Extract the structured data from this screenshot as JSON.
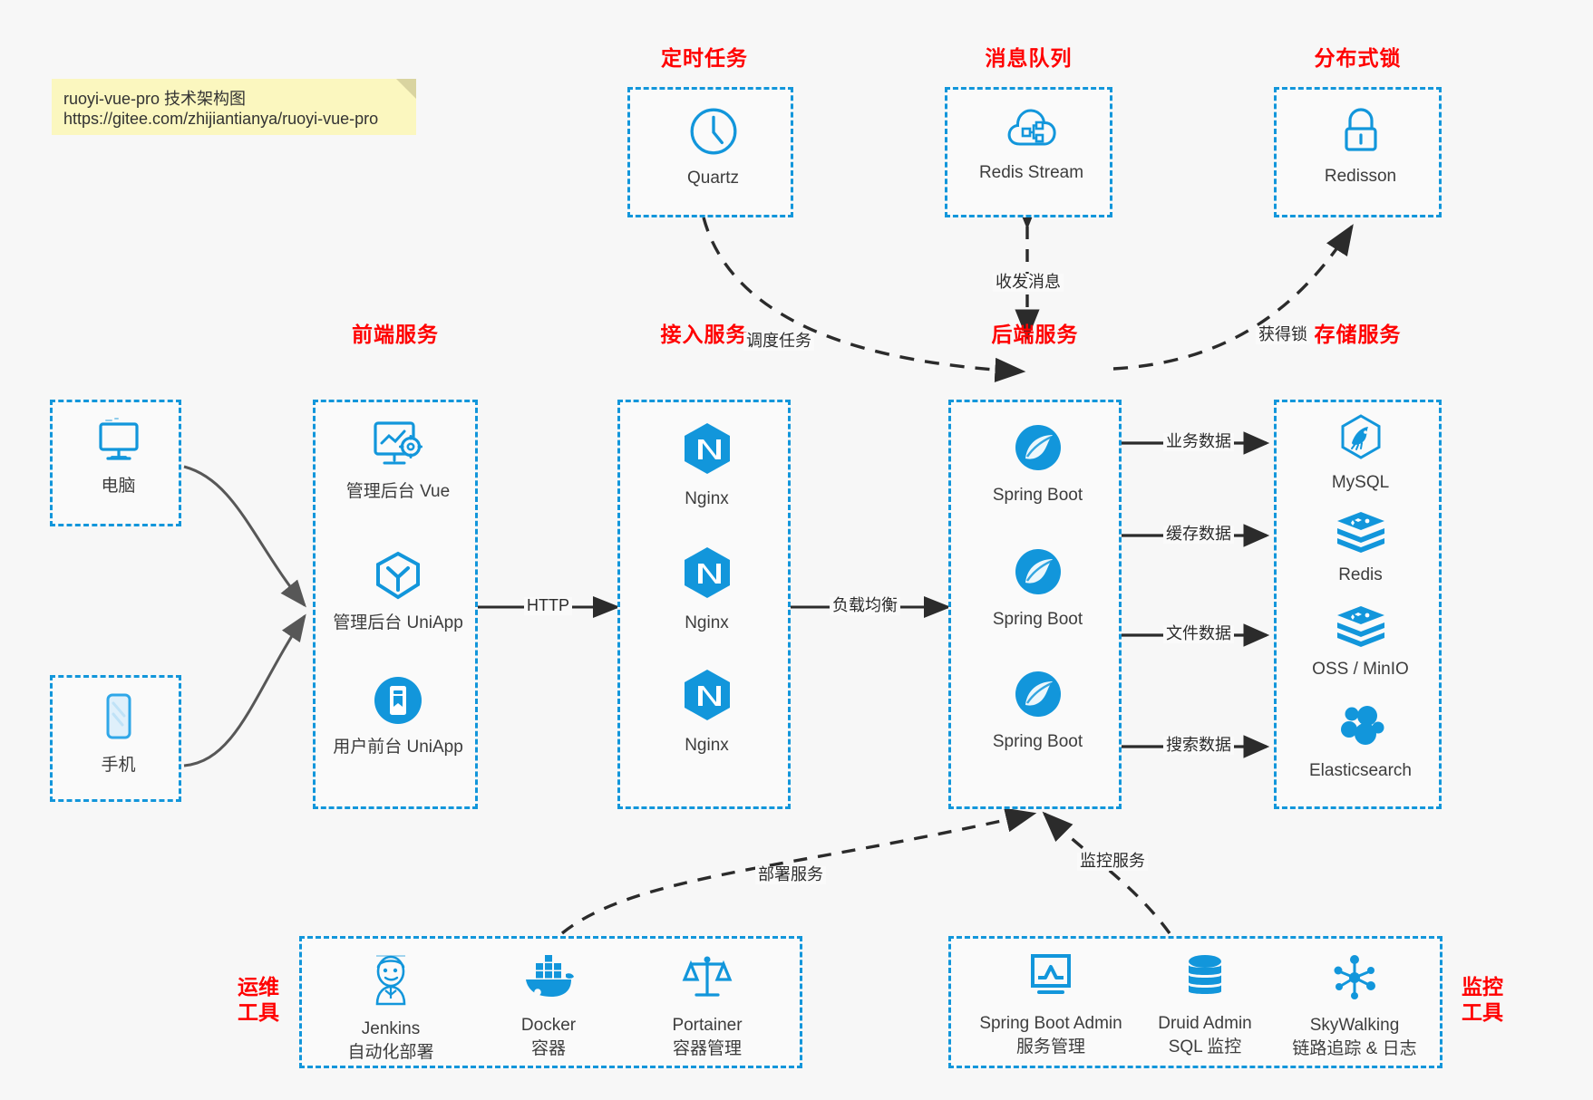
{
  "note": {
    "line1": "ruoyi-vue-pro 技术架构图",
    "line2": "https://gitee.com/zhijiantianya/ruoyi-vue-pro",
    "bg": "#fbf7bf"
  },
  "theme": {
    "accent": "#1296db",
    "header_color": "#ff0000",
    "text_color": "#3d3d3d",
    "page_bg": "#f7f7f7"
  },
  "groups": {
    "scheduled_task": {
      "header": "定时任务",
      "items": [
        {
          "label": "Quartz",
          "icon": "clock-icon"
        }
      ]
    },
    "message_queue": {
      "header": "消息队列",
      "items": [
        {
          "label": "Redis Stream",
          "icon": "cloud-stream-icon"
        }
      ]
    },
    "distributed_lock": {
      "header": "分布式锁",
      "items": [
        {
          "label": "Redisson",
          "icon": "lock-icon"
        }
      ]
    },
    "clients": {
      "computer": {
        "label": "电脑",
        "icon": "monitor-icon"
      },
      "phone": {
        "label": "手机",
        "icon": "phone-icon"
      }
    },
    "frontend": {
      "header": "前端服务",
      "items": [
        {
          "label": "管理后台 Vue",
          "icon": "dashboard-vue-icon"
        },
        {
          "label": "管理后台 UniApp",
          "icon": "uniapp-shield-icon"
        },
        {
          "label": "用户前台 UniApp",
          "icon": "mobile-app-icon"
        }
      ]
    },
    "gateway": {
      "header": "接入服务",
      "items": [
        {
          "label": "Nginx",
          "icon": "nginx-icon"
        },
        {
          "label": "Nginx",
          "icon": "nginx-icon"
        },
        {
          "label": "Nginx",
          "icon": "nginx-icon"
        }
      ]
    },
    "backend": {
      "header": "后端服务",
      "items": [
        {
          "label": "Spring Boot",
          "icon": "spring-boot-icon"
        },
        {
          "label": "Spring Boot",
          "icon": "spring-boot-icon"
        },
        {
          "label": "Spring Boot",
          "icon": "spring-boot-icon"
        }
      ]
    },
    "storage": {
      "header": "存储服务",
      "items": [
        {
          "label": "MySQL",
          "icon": "mysql-icon"
        },
        {
          "label": "Redis",
          "icon": "redis-icon"
        },
        {
          "label": "OSS / MinIO",
          "icon": "oss-minio-icon"
        },
        {
          "label": "Elasticsearch",
          "icon": "elasticsearch-icon"
        }
      ]
    },
    "devops": {
      "header_line1": "运维",
      "header_line2": "工具",
      "items": [
        {
          "name": "Jenkins",
          "sub": "自动化部署",
          "icon": "jenkins-icon"
        },
        {
          "name": "Docker",
          "sub": "容器",
          "icon": "docker-icon"
        },
        {
          "name": "Portainer",
          "sub": "容器管理",
          "icon": "portainer-icon"
        }
      ]
    },
    "monitoring": {
      "header_line1": "监控",
      "header_line2": "工具",
      "items": [
        {
          "name": "Spring Boot Admin",
          "sub": "服务管理",
          "icon": "monitor-chart-icon"
        },
        {
          "name": "Druid Admin",
          "sub": "SQL 监控",
          "icon": "database-icon"
        },
        {
          "name": "SkyWalking",
          "sub": "链路追踪 & 日志",
          "icon": "skywalking-icon"
        }
      ]
    }
  },
  "edges": {
    "http": "HTTP",
    "load_balance": "负载均衡",
    "schedule_task": "调度任务",
    "send_receive_message": "收发消息",
    "acquire_lock": "获得锁",
    "business_data": "业务数据",
    "cache_data": "缓存数据",
    "file_data": "文件数据",
    "search_data": "搜索数据",
    "deploy_service": "部署服务",
    "monitor_service": "监控服务"
  }
}
